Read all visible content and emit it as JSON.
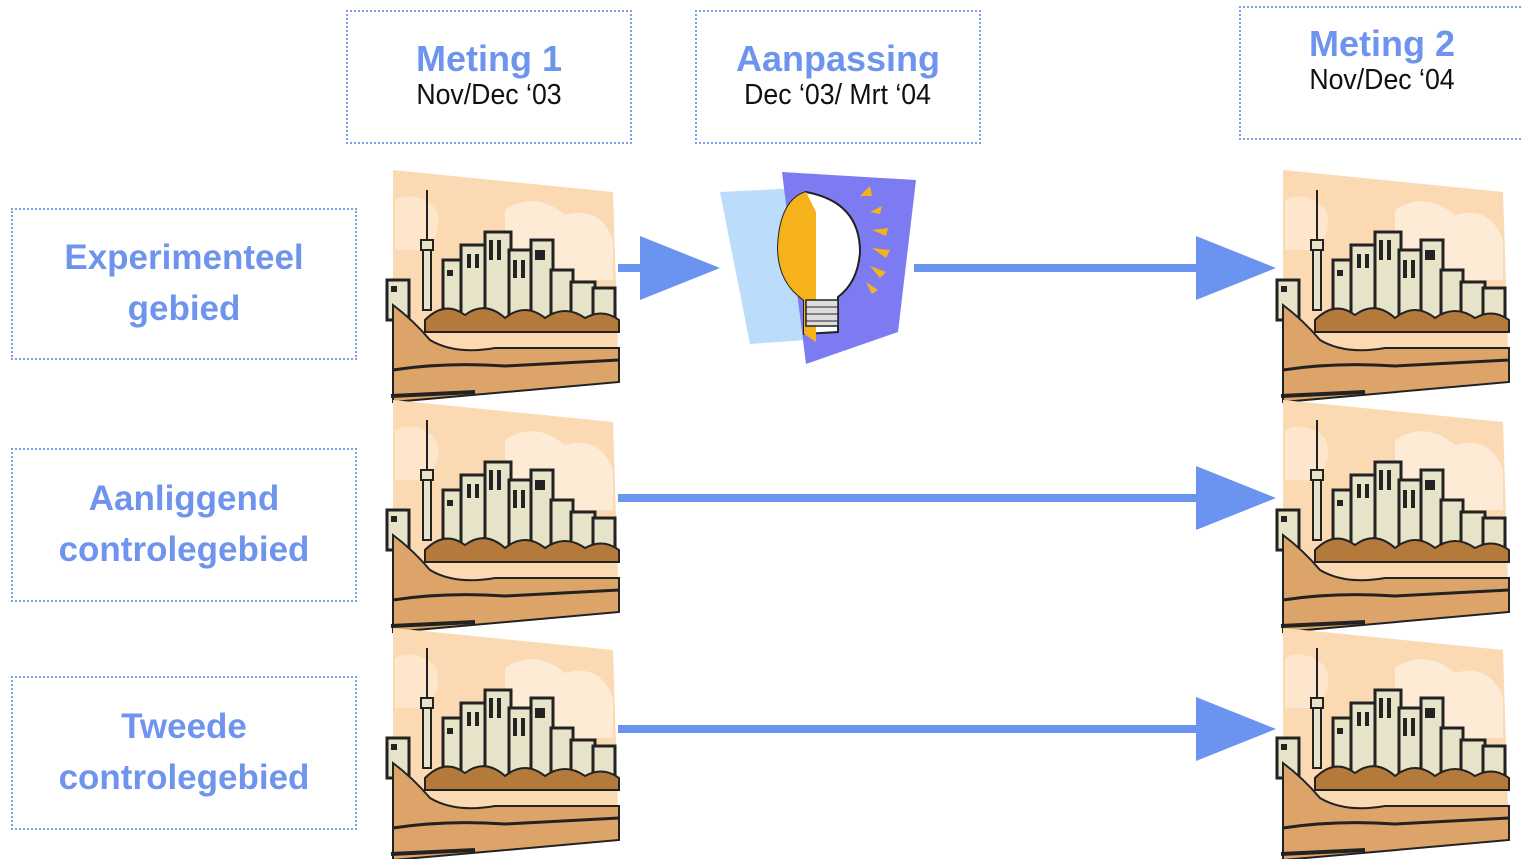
{
  "header": {
    "meting1": {
      "title": "Meting 1",
      "date": "Nov/Dec ‘03"
    },
    "aanpassing": {
      "title": "Aanpassing",
      "date": "Dec ‘03/ Mrt ‘04"
    },
    "meting2": {
      "title": "Meting 2",
      "date": "Nov/Dec ‘04"
    }
  },
  "rows": [
    {
      "line1": "Experimenteel",
      "line2": "gebied"
    },
    {
      "line1": "Aanliggend",
      "line2": "controlegebied"
    },
    {
      "line1": "Tweede",
      "line2": "controlegebied"
    }
  ],
  "icons": {
    "city": "city-skyline-clipart",
    "bulb": "lightbulb-idea-clipart"
  },
  "colors": {
    "accent": "#6f94ee",
    "arrow": "#6b93f0",
    "border": "#7f9fe6"
  }
}
